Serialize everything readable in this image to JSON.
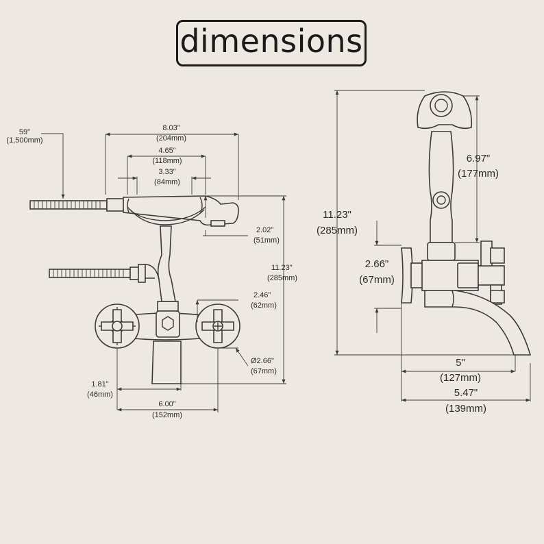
{
  "title": "dimensions",
  "front_view": {
    "hose_length": {
      "imperial": "59\"",
      "metric": "(1,500mm)"
    },
    "handset_length": {
      "imperial": "8.03\"",
      "metric": "(204mm)"
    },
    "cradle_width": {
      "imperial": "4.65\"",
      "metric": "(118mm)"
    },
    "cradle_inner": {
      "imperial": "3.33\"",
      "metric": "(84mm)"
    },
    "handset_height": {
      "imperial": "2.02\"",
      "metric": "(51mm)"
    },
    "total_height": {
      "imperial": "11.23\"",
      "metric": "(285mm)"
    },
    "handle_height": {
      "imperial": "2.46\"",
      "metric": "(62mm)"
    },
    "flange_diameter": {
      "imperial": "Ø2.66\"",
      "metric": "(67mm)"
    },
    "spout_offset": {
      "imperial": "1.81\"",
      "metric": "(46mm)"
    },
    "centers": {
      "imperial": "6.00\"",
      "metric": "(152mm)"
    }
  },
  "side_view": {
    "total_height": {
      "imperial": "11.23\"",
      "metric": "(285mm)"
    },
    "riser_height": {
      "imperial": "6.97\"",
      "metric": "(177mm)"
    },
    "body_height": {
      "imperial": "2.66\"",
      "metric": "(67mm)"
    },
    "spout_reach": {
      "imperial": "5\"",
      "metric": "(127mm)"
    },
    "total_depth": {
      "imperial": "5.47\"",
      "metric": "(139mm)"
    }
  }
}
